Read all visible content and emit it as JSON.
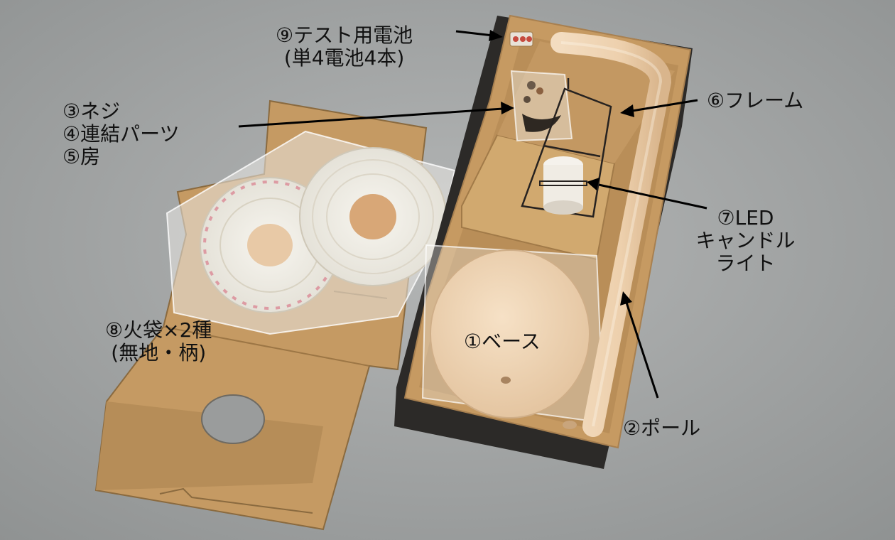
{
  "labels": {
    "test_battery": [
      "⑨テスト用電池",
      "(単4電池4本)"
    ],
    "screws_parts_tassel": [
      "③ネジ",
      "④連結パーツ",
      "⑤房"
    ],
    "frame": "⑥フレーム",
    "led_candle": [
      "⑦LED",
      "キャンドル",
      "ライト"
    ],
    "lantern_bags": [
      "⑧火袋×2種",
      "(無地・柄)"
    ],
    "base": "①ベース",
    "pole": "②ポール"
  }
}
